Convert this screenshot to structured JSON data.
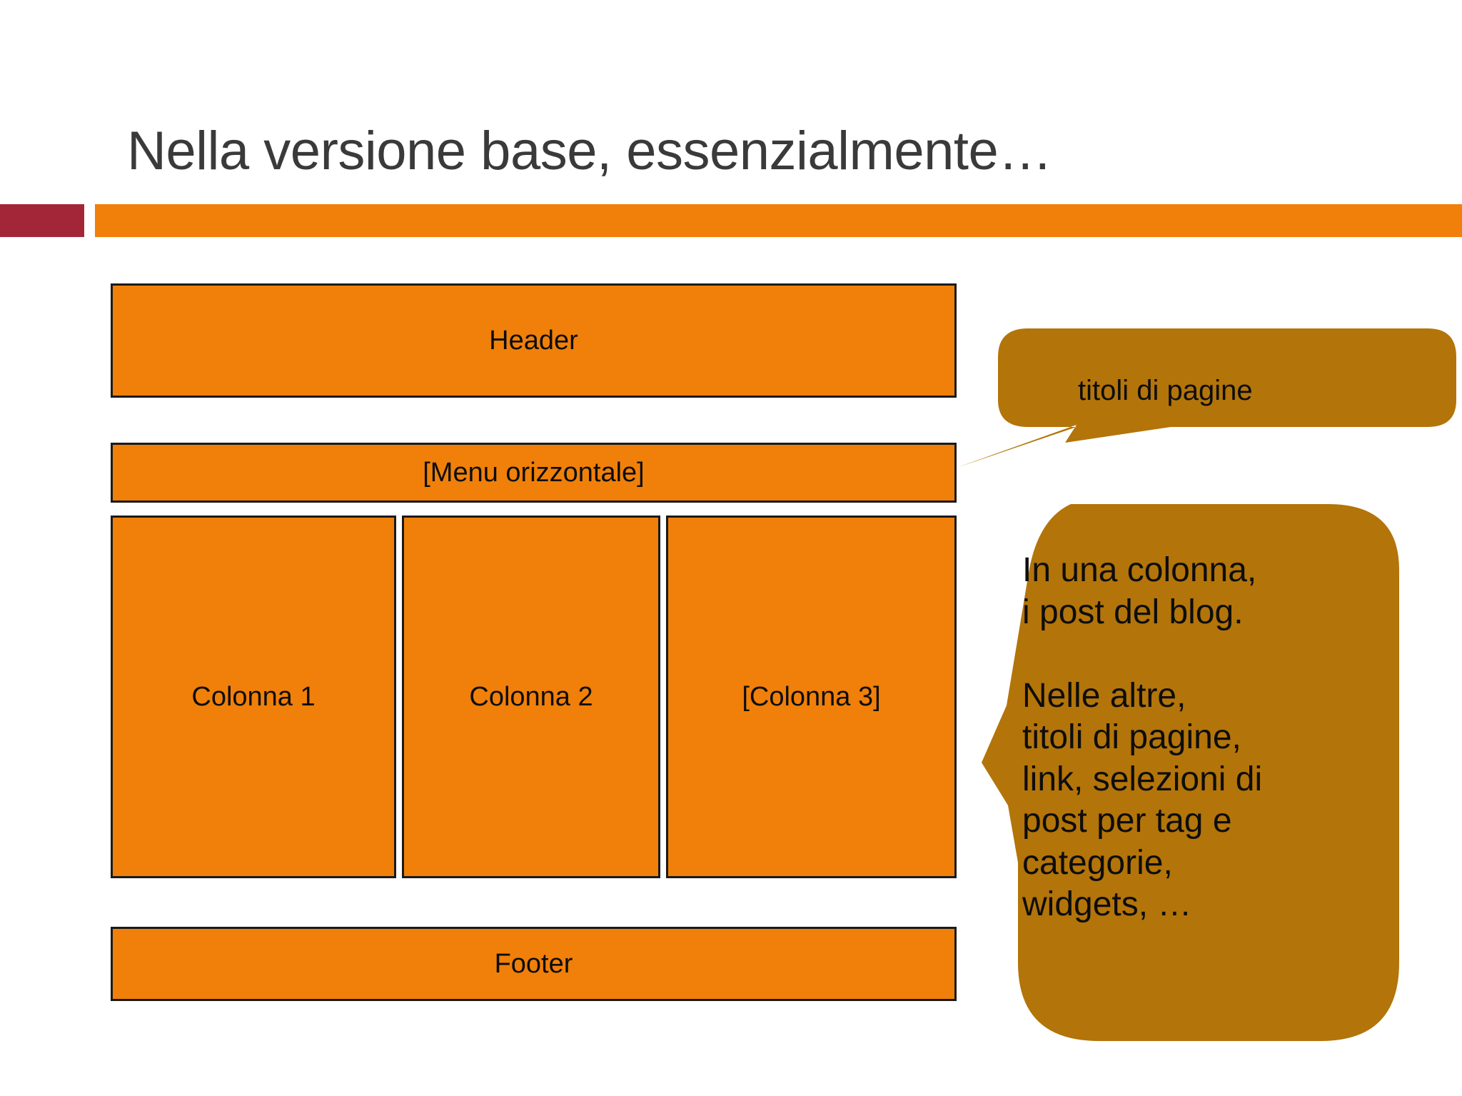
{
  "slide": {
    "title": "Nella versione base, essenzialmente…"
  },
  "accent": {
    "maroon_color": "#A32638",
    "orange_color": "#F08009"
  },
  "diagram": {
    "box_fill": "#F08009",
    "box_border": "#1a1a1a",
    "boxes": [
      {
        "name": "header",
        "label": "Header"
      },
      {
        "name": "menu",
        "label": "[Menu orizzontale]"
      },
      {
        "name": "column-1",
        "label": "Colonna 1"
      },
      {
        "name": "column-2",
        "label": "Colonna 2"
      },
      {
        "name": "column-3",
        "label": "[Colonna 3]"
      },
      {
        "name": "footer",
        "label": "Footer"
      }
    ]
  },
  "callouts": {
    "fill_color": "#B37409",
    "top": {
      "text": "titoli di pagine"
    },
    "main": {
      "text": "In una colonna,\ni post del blog.\n\nNelle altre,\ntitoli di pagine,\nlink, selezioni di\npost per tag e\ncategorie,\nwidgets, …"
    }
  }
}
